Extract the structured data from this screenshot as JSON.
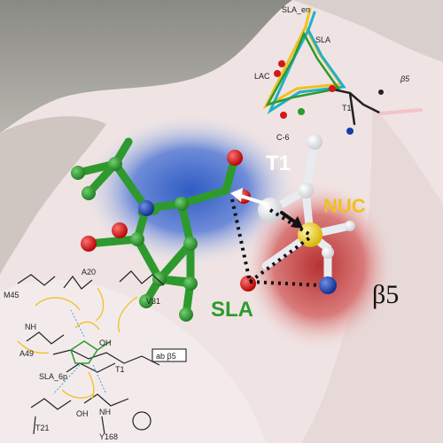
{
  "labels": {
    "t1_main": "T1",
    "nuc": "NUC",
    "sla_main": "SLA",
    "beta5": "β5",
    "c6": "C-6",
    "t1_inset": "T1",
    "sla_inset_a": "SLA_en",
    "sla_inset_b": "SLA",
    "lac": "LAC",
    "beta_inset": "β5"
  },
  "scheme": {
    "m45": "M45",
    "a20_top": "A20",
    "v31": "V31",
    "a49": "A49",
    "sla_6p": "SLA_6p",
    "t1_scheme": "T1",
    "chain_box": "ab β5",
    "t21": "T21",
    "y168": "Y168",
    "oh1": "OH",
    "oh2": "OH",
    "nh1": "NH",
    "nh2": "NH"
  },
  "colors": {
    "sla_green": "#2e9a2e",
    "nuc_yellow": "#f0c020",
    "surface_blue": "#3a66c8",
    "surface_red": "#c84a4a",
    "oxygen_red": "#d41818",
    "nitrogen_blue": "#1a3ca8"
  }
}
